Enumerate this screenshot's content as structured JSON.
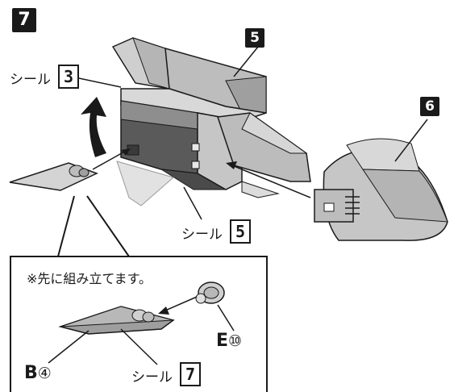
{
  "step": {
    "number": "7"
  },
  "parts": [
    {
      "id": "5"
    },
    {
      "id": "6"
    }
  ],
  "seals": [
    {
      "label": "シール",
      "number": "3"
    },
    {
      "label": "シール",
      "number": "5"
    },
    {
      "label": "シール",
      "number": "7"
    }
  ],
  "inset": {
    "note": "※先に組み立てます。",
    "part_b": {
      "letter": "B",
      "number": "④"
    },
    "part_e": {
      "letter": "E",
      "number": "⑩"
    }
  },
  "colors": {
    "badge": "#1a1a1a",
    "light_gray": "#cfcfcf",
    "mid_gray": "#a9a9a9",
    "dark_gray": "#5a5a5a",
    "line": "#1a1a1a"
  }
}
